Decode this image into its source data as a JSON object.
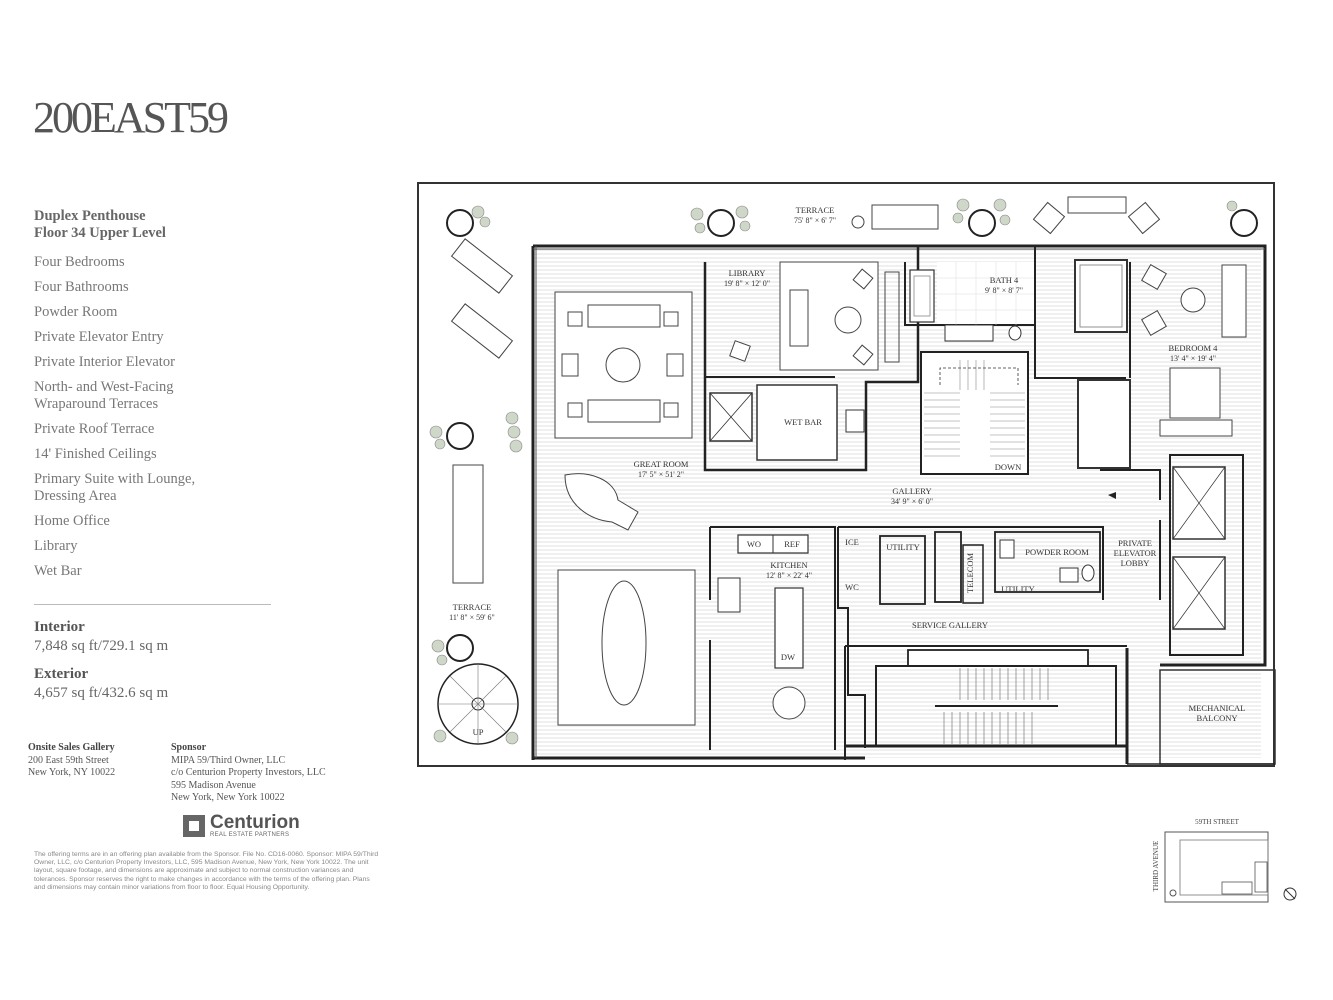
{
  "brand": {
    "logo": "200EAST59"
  },
  "unit": {
    "title_line1": "Duplex Penthouse",
    "title_line2": "Floor 34 Upper Level"
  },
  "features": [
    "Four Bedrooms",
    "Four Bathrooms",
    "Powder Room",
    "Private Elevator Entry",
    "Private Interior Elevator",
    "North- and West-Facing",
    "Wraparound Terraces",
    "Private Roof Terrace",
    "14' Finished Ceilings",
    "Primary Suite with Lounge,",
    "Dressing Area",
    "Home Office",
    "Library",
    "Wet Bar"
  ],
  "areas": {
    "interior_label": "Interior",
    "interior_value": "7,848 sq ft/729.1 sq m",
    "exterior_label": "Exterior",
    "exterior_value": "4,657 sq ft/432.6 sq m"
  },
  "sales_gallery": {
    "heading": "Onsite Sales Gallery",
    "line1": "200 East 59th Street",
    "line2": "New York, NY 10022"
  },
  "sponsor": {
    "heading": "Sponsor",
    "line1": "MIPA 59/Third Owner, LLC",
    "line2": "c/o Centurion Property Investors, LLC",
    "line3": "595 Madison Avenue",
    "line4": "New York, New York 10022"
  },
  "developer_logo": {
    "name": "Centurion",
    "tagline": "REAL ESTATE PARTNERS"
  },
  "disclaimer": "The offering terms are in an offering plan available from the Sponsor. File No. CD16-0060. Sponsor: MIPA 59/Third Owner, LLC, c/o Centurion Property Investors, LLC, 595 Madison Avenue, New York, New York 10022. The unit layout, square footage, and dimensions are approximate and subject to normal construction variances and tolerances. Sponsor reserves the right to make changes in accordance with the terms of the offering plan. Plans and dimensions may contain minor variations from floor to floor. Equal Housing Opportunity.",
  "plan": {
    "terrace_north": {
      "name": "TERRACE",
      "dim": "75' 8\" × 6' 7\""
    },
    "terrace_west": {
      "name": "TERRACE",
      "dim": "11' 8\" × 59' 6\""
    },
    "library": {
      "name": "LIBRARY",
      "dim": "19' 8\" × 12' 0\""
    },
    "bath4": {
      "name": "BATH 4",
      "dim": "9' 8\" × 8' 7\""
    },
    "bedroom4": {
      "name": "BEDROOM 4",
      "dim": "13' 4\" × 19' 4\""
    },
    "wet_bar": "WET BAR",
    "great_room": {
      "name": "GREAT ROOM",
      "dim": "17' 5\" × 51' 2\""
    },
    "gallery": {
      "name": "GALLERY",
      "dim": "34' 9\" × 6' 0\""
    },
    "kitchen": {
      "name": "KITCHEN",
      "dim": "12' 8\" × 22' 4\""
    },
    "wo": "WO",
    "ref": "REF",
    "dw": "DW",
    "ice": "ICE",
    "wc": "WC",
    "utility1": "UTILITY",
    "telecom": "TELECOM",
    "utility2": "UTILITY",
    "powder_room": "POWDER ROOM",
    "elevator_lobby_1": "PRIVATE",
    "elevator_lobby_2": "ELEVATOR",
    "elevator_lobby_3": "LOBBY",
    "service_gallery": "SERVICE GALLERY",
    "mechanical_1": "MECHANICAL",
    "mechanical_2": "BALCONY",
    "down": "DOWN",
    "up": "UP"
  },
  "key_plan": {
    "street_top": "59TH STREET",
    "street_side": "THIRD AVENUE"
  }
}
